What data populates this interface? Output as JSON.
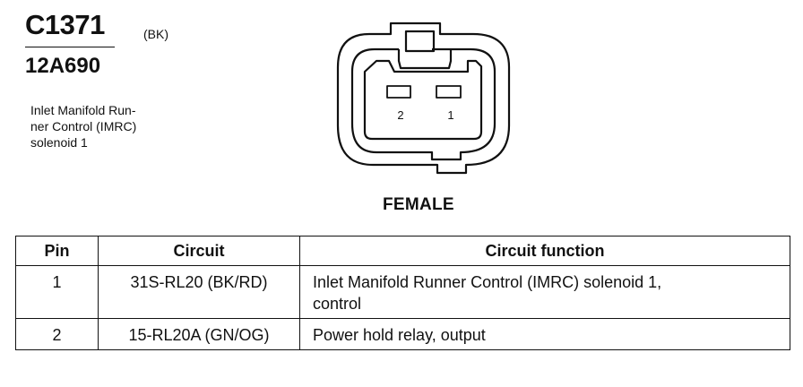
{
  "header": {
    "connector_id": "C1371",
    "color_code": "(BK)",
    "part_number": "12A690",
    "description_lines": [
      "Inlet Manifold Run-",
      "ner Control (IMRC)",
      "solenoid 1"
    ]
  },
  "connector": {
    "pin_labels": [
      "2",
      "1"
    ],
    "gender": "FEMALE"
  },
  "table": {
    "headers": [
      "Pin",
      "Circuit",
      "Circuit function"
    ],
    "rows": [
      {
        "pin": "1",
        "circuit": "31S-RL20 (BK/RD)",
        "function_lines": [
          "Inlet Manifold Runner Control (IMRC) solenoid 1,",
          "control"
        ]
      },
      {
        "pin": "2",
        "circuit": "15-RL20A (GN/OG)",
        "function_lines": [
          "Power hold relay, output"
        ]
      }
    ]
  }
}
